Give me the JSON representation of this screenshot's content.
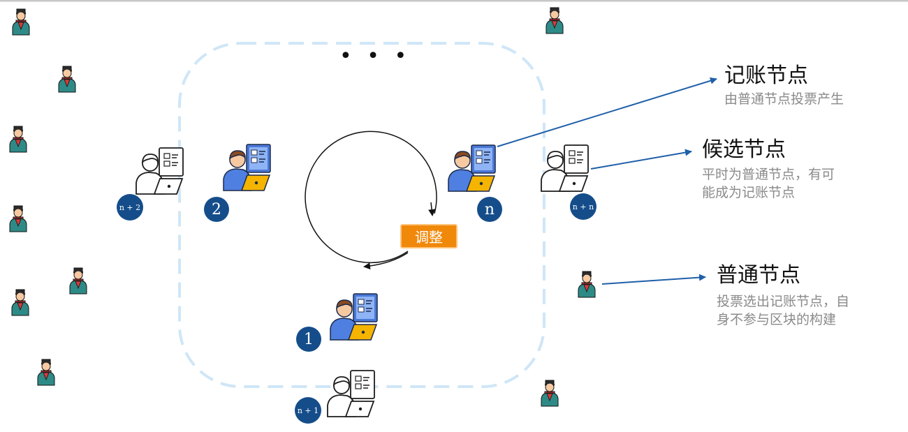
{
  "ellipsis": "• • •",
  "adjust_label": "调整",
  "legend": {
    "bookkeeper": {
      "title": "记账节点",
      "desc": "由普通节点投票产生"
    },
    "candidate": {
      "title": "候选节点",
      "desc_line1": "平时为普通节点，有可",
      "desc_line2": "能成为记账节点"
    },
    "ordinary": {
      "title": "普通节点",
      "desc_line1": "投票选出记账节点，自",
      "desc_line2": "身不参与区块的构建"
    }
  },
  "badges": {
    "n_plus_2": "n + 2",
    "two": "2",
    "n": "n",
    "n_plus_n": "n + n",
    "one": "1",
    "n_plus_1": "n + 1"
  },
  "colors": {
    "arrow": "#1f5fa8",
    "badge": "#154d8a",
    "dashed_border": "#cfe6f7",
    "adjust_fill": "#f0880a",
    "person_blue": "#4f7fe0",
    "monitor_blue": "#4a78d8",
    "laptop_yellow": "#f4b400",
    "hair_brown": "#8a4b20",
    "scarf_red": "#d83a3a",
    "coat_teal": "#2e8a87"
  },
  "icons": [
    "person-with-laptop-icon",
    "candidate-person-icon",
    "ordinary-person-icon"
  ]
}
